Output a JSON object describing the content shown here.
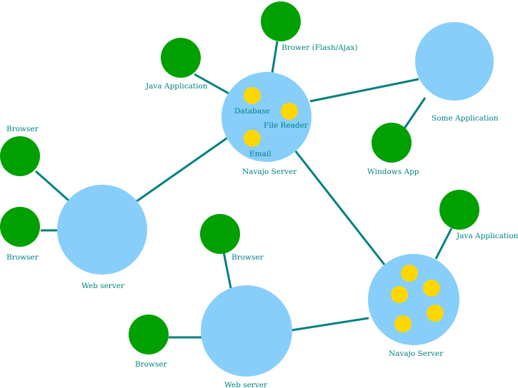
{
  "colors": {
    "edge": "#008080",
    "server": "#87cefa",
    "client": "#00a000",
    "component": "#ffd700",
    "label": "#008080"
  },
  "nodes": {
    "navajo_server_1": {
      "label": "Navajo Server",
      "kind": "server"
    },
    "navajo_server_2": {
      "label": "Navajo Server",
      "kind": "server"
    },
    "web_server_1": {
      "label": "Web server",
      "kind": "server"
    },
    "web_server_2": {
      "label": "Web server",
      "kind": "server"
    },
    "some_application": {
      "label": "Some Application",
      "kind": "server"
    },
    "browser_flash_ajax": {
      "label": "Brower (Flash/Ajax)",
      "kind": "client"
    },
    "java_application_1": {
      "label": "Java Application",
      "kind": "client"
    },
    "java_application_2": {
      "label": "Java Application",
      "kind": "client"
    },
    "windows_app": {
      "label": "Windows App",
      "kind": "client"
    },
    "browser_1": {
      "label": "Browser",
      "kind": "client"
    },
    "browser_2": {
      "label": "Browser",
      "kind": "client"
    },
    "browser_3": {
      "label": "Browser",
      "kind": "client"
    },
    "browser_4": {
      "label": "Browser",
      "kind": "client"
    }
  },
  "components": {
    "database": {
      "label": "Database"
    },
    "file_reader": {
      "label": "File Reader"
    },
    "email": {
      "label": "Email"
    }
  },
  "edges": [
    [
      "browser_flash_ajax",
      "navajo_server_1"
    ],
    [
      "java_application_1",
      "navajo_server_1"
    ],
    [
      "navajo_server_1",
      "some_application"
    ],
    [
      "windows_app",
      "some_application"
    ],
    [
      "navajo_server_1",
      "web_server_1"
    ],
    [
      "browser_1",
      "web_server_1"
    ],
    [
      "browser_2",
      "web_server_1"
    ],
    [
      "navajo_server_1",
      "navajo_server_2"
    ],
    [
      "java_application_2",
      "navajo_server_2"
    ],
    [
      "web_server_2",
      "navajo_server_2"
    ],
    [
      "browser_3",
      "web_server_2"
    ],
    [
      "browser_4",
      "web_server_2"
    ]
  ]
}
